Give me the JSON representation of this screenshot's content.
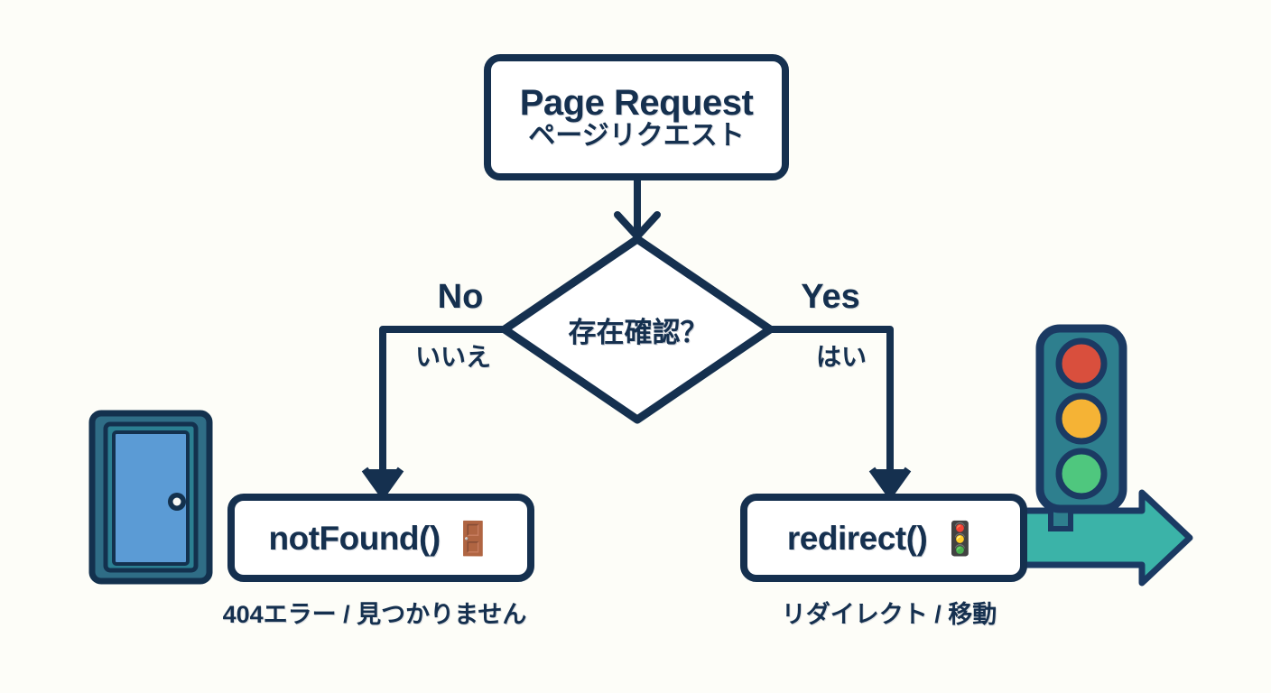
{
  "diagram": {
    "title_internal": "Next.js page request routing flowchart",
    "background_color": "#fdfdf8",
    "line_color": "#15304f",
    "accent_teal": "#3bb3a8",
    "door_blue": "#5b9bd5"
  },
  "nodes": {
    "request": {
      "label_en": "Page Request",
      "label_jp": "ページリクエスト",
      "shape": "rounded-rect"
    },
    "decision": {
      "label": "存在確認？",
      "shape": "diamond"
    },
    "not_found": {
      "label": "notFound()",
      "emoji": "🚪",
      "emoji_name": "door-emoji",
      "caption": "404エラー / 見つかりません",
      "shape": "rounded-rect"
    },
    "redirect": {
      "label": "redirect()",
      "emoji": "🚦",
      "emoji_name": "traffic-light-emoji",
      "caption": "リダイレクト / 移動",
      "shape": "rounded-rect"
    }
  },
  "branches": {
    "no": {
      "label_en": "No",
      "label_jp": "いいえ"
    },
    "yes": {
      "label_en": "Yes",
      "label_jp": "はい"
    }
  },
  "decorations": {
    "door_illustration": "door-illustration",
    "traffic_light_illustration": "traffic-light-illustration",
    "arrow_right": "teal-right-arrow"
  }
}
